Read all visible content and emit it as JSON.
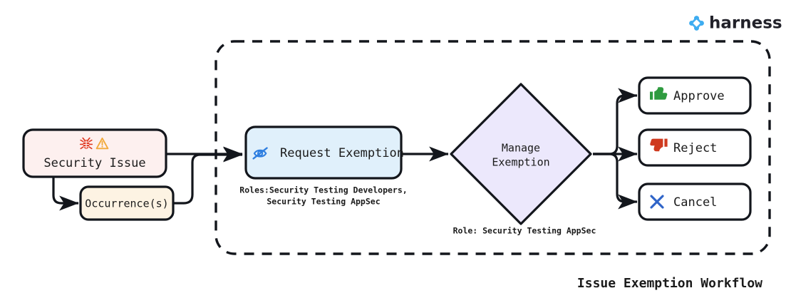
{
  "brand": {
    "name": "harness",
    "logo_icon": "harness-diamond-logo-icon",
    "logo_color": "#3dacf0"
  },
  "diagram": {
    "title": "Issue Exemption Workflow",
    "group_label": "exemption-workflow-boundary",
    "background": "#ffffff",
    "stroke_color": "#13161c"
  },
  "nodes": {
    "security_issue": {
      "label": "Security Issue",
      "fill": "#fdf0ef",
      "icons": [
        "bug-icon",
        "warning-triangle-icon"
      ],
      "bug_color": "#e03a23",
      "warning_color": "#f2a93b"
    },
    "occurrences": {
      "label": "Occurrence(s)",
      "fill": "#fdf3e3"
    },
    "request_exemption": {
      "label": "Request Exemption",
      "fill": "#e0f0fb",
      "icon": "eye-slash-icon",
      "icon_color": "#2f7fe0",
      "caption_line1": "Roles:Security Testing Developers,",
      "caption_line2": "Security Testing AppSec"
    },
    "manage_exemption": {
      "label_line1": "Manage",
      "label_line2": "Exemption",
      "fill": "#ece8fc",
      "caption": "Role: Security Testing AppSec"
    },
    "approve": {
      "label": "Approve",
      "fill": "#ffffff",
      "icon": "thumbs-up-icon",
      "icon_color": "#2e9b3f"
    },
    "reject": {
      "label": "Reject",
      "fill": "#ffffff",
      "icon": "thumbs-down-icon",
      "icon_color": "#cf3a1f"
    },
    "cancel": {
      "label": "Cancel",
      "fill": "#ffffff",
      "icon": "x-cross-icon",
      "icon_color": "#2f64c8"
    }
  }
}
